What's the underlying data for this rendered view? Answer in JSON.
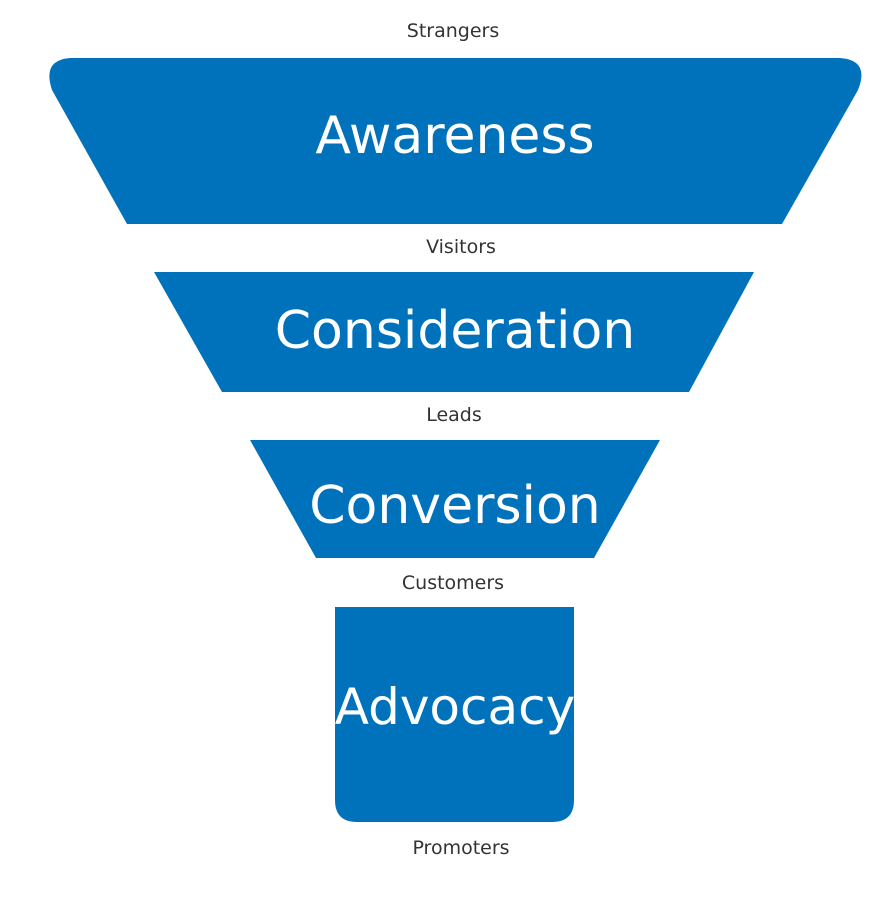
{
  "diagram": {
    "fill_color": "#0072BC",
    "text_color": "#FFFFFF",
    "label_color": "#333333",
    "stages": [
      {
        "title": "Awareness"
      },
      {
        "title": "Consideration"
      },
      {
        "title": "Conversion"
      },
      {
        "title": "Advocacy"
      }
    ],
    "labels": {
      "strangers": "Strangers",
      "visitors": "Visitors",
      "leads": "Leads",
      "customers": "Customers",
      "promoters": "Promoters"
    }
  }
}
